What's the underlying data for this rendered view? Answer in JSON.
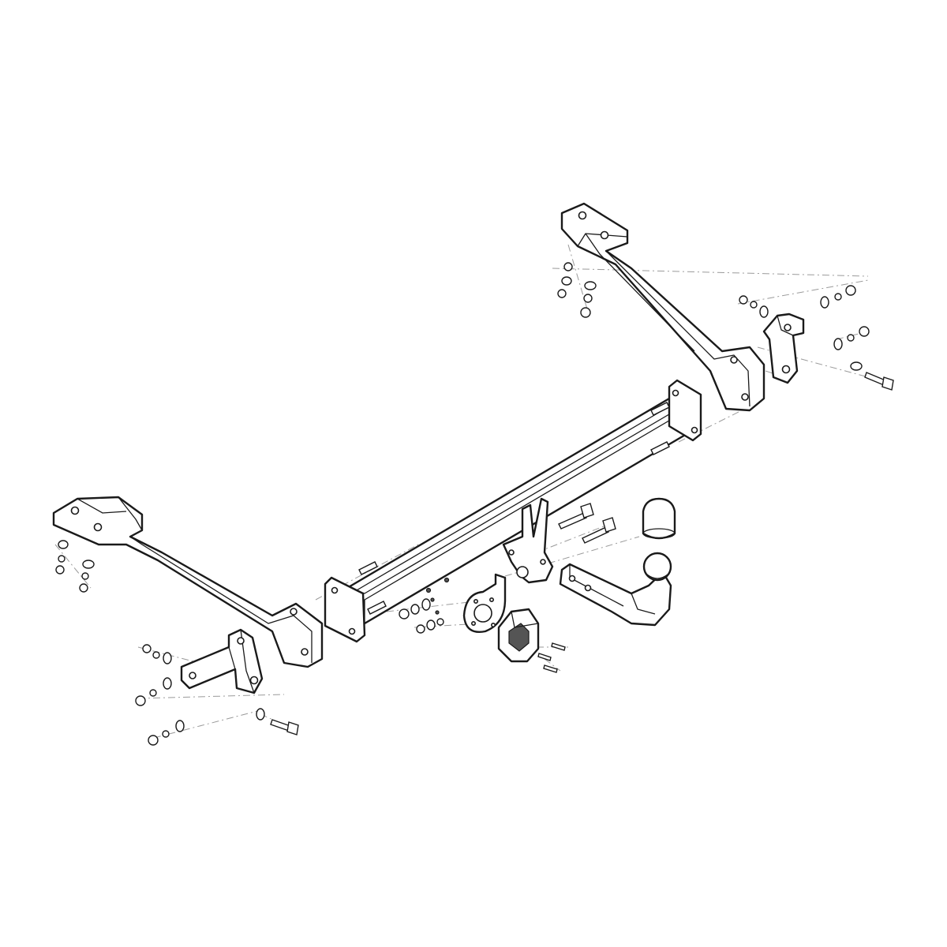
{
  "diagram": {
    "kind": "exploded-assembly-line-drawing",
    "background": "#ffffff",
    "line_color": "#1a1a1a",
    "axis_color": "#9a9a9a",
    "components": [
      "main-crossbar",
      "left-side-arm",
      "right-side-arm",
      "left-bracket-plate",
      "right-bracket-plate",
      "tow-ball-neck",
      "tow-ball-cap",
      "socket-mounting-plate",
      "electrical-socket",
      "center-mounting-lug"
    ]
  }
}
